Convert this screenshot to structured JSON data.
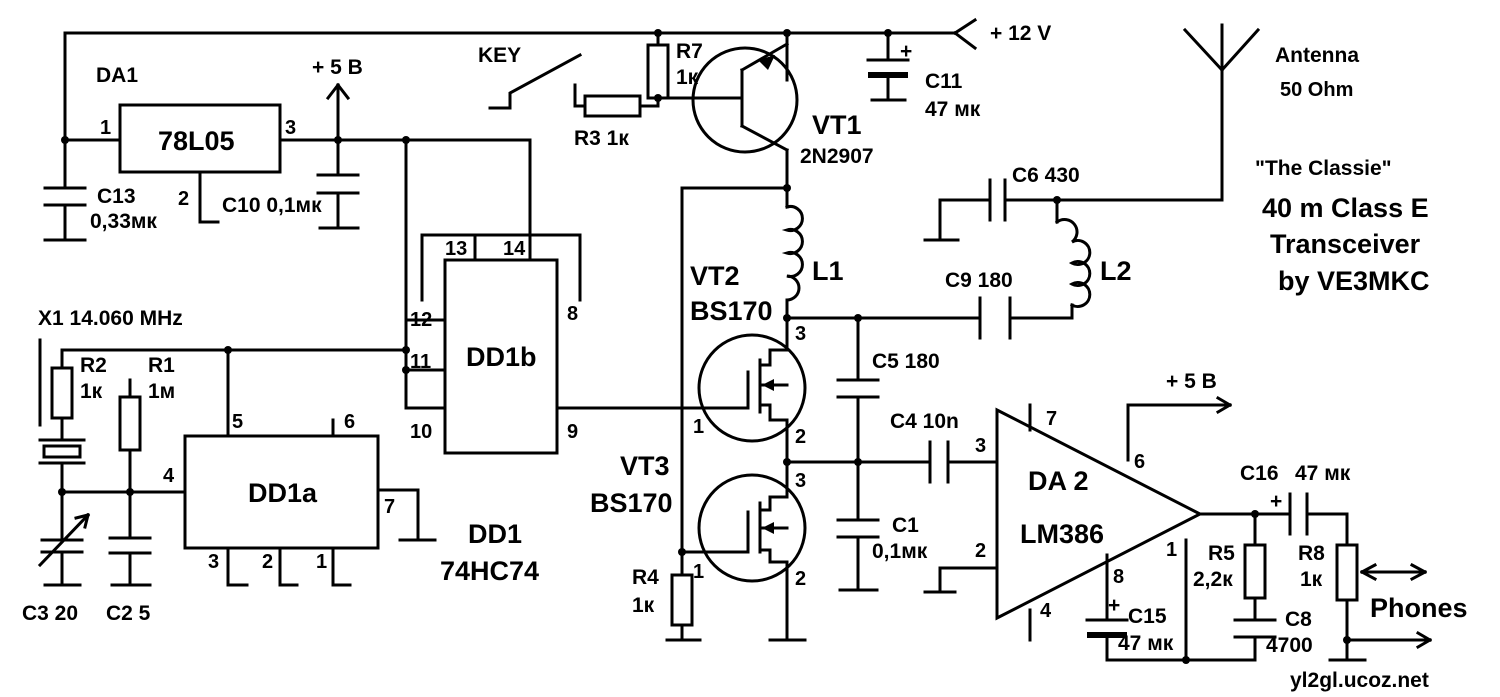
{
  "labels": {
    "supply_12v": "+ 12 V",
    "antenna": "Antenna",
    "antenna_imp": "50 Ohm",
    "key": "KEY",
    "da1": "DA1",
    "da1_part": "78L05",
    "plus5_top": "+ 5 В",
    "plus5_right": "+ 5 В",
    "r7": "R7",
    "r7_val": "1к",
    "r3": "R3 1к",
    "vt1": "VT1",
    "vt1_part": "2N2907",
    "c11": "C11",
    "c11_val": "47 мк",
    "c13": "C13",
    "c13_val": "0,33мк",
    "c10": "C10 0,1мк",
    "title1": "\"The Classie\"",
    "title2": "40 m   Class E",
    "title3": "Transceiver",
    "title4": "by VE3MKC",
    "c6": "C6 430",
    "c9": "C9  180",
    "l1": "L1",
    "l2": "L2",
    "vt2": "VT2",
    "vt2_part": "BS170",
    "vt3": "VT3",
    "vt3_part": "BS170",
    "x1": "X1  14.060 MHz",
    "r2": "R2",
    "r2_val": "1к",
    "r1": "R1",
    "r1_val": "1м",
    "dd1b": "DD1b",
    "dd1a": "DD1a",
    "dd1": "DD1",
    "dd1_part": "74HC74",
    "c5": "C5 180",
    "c4": "C4 10n",
    "c1": "C1",
    "c1_val": "0,1мк",
    "da2": "DA 2",
    "da2_part": "LM386",
    "c16": "C16",
    "c16_val": "47 мк",
    "r5": "R5",
    "r5_val": "2,2к",
    "r8": "R8",
    "r8_val": "1к",
    "c8": "C8",
    "c8_val": "4700",
    "c15": "C15",
    "c15_val": "47 мк",
    "phones": "Phones",
    "r4": "R4",
    "r4_val": "1к",
    "c3": "C3 20",
    "c2": "C2  5",
    "watermark": "yl2gl.ucoz.net",
    "plus_c11": "+",
    "plus_c15": "+",
    "plus_c16": "+"
  },
  "pins": {
    "da1_in": "1",
    "da1_gnd": "2",
    "da1_out": "3",
    "dd1b_13": "13",
    "dd1b_14": "14",
    "dd1b_12": "12",
    "dd1b_11": "11",
    "dd1b_10": "10",
    "dd1b_8": "8",
    "dd1b_9": "9",
    "dd1a_5": "5",
    "dd1a_6": "6",
    "dd1a_4": "4",
    "dd1a_7": "7",
    "dd1a_3": "3",
    "dd1a_2": "2",
    "dd1a_1": "1",
    "vt2_3": "3",
    "vt2_1": "1",
    "vt2_2": "2",
    "vt3_3": "3",
    "vt3_1": "1",
    "vt3_2": "2",
    "da2_7": "7",
    "da2_3": "3",
    "da2_6": "6",
    "da2_2": "2",
    "da2_1": "1",
    "da2_8": "8",
    "da2_4": "4"
  }
}
